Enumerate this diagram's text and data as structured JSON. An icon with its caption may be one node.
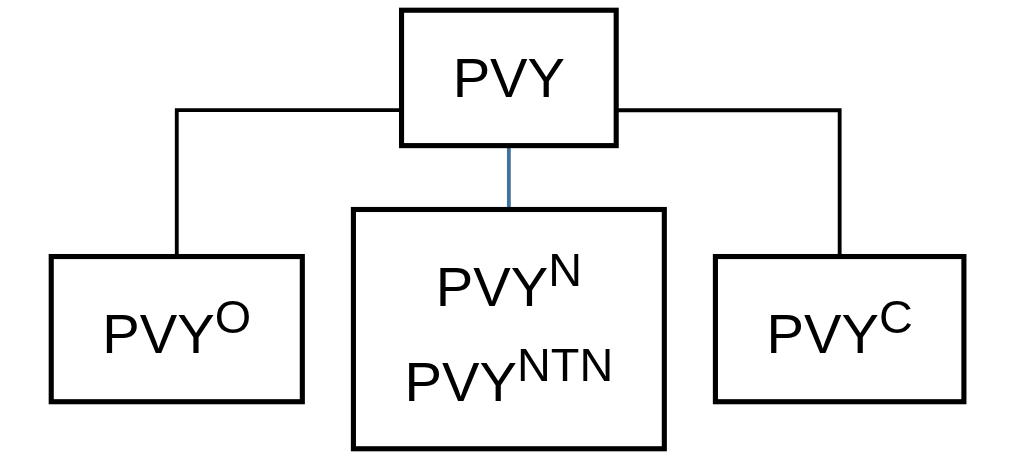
{
  "diagram": {
    "nodes": [
      {
        "text": [
          "PVY"
        ]
      },
      {
        "text": [
          "PVY$^{O}$"
        ]
      },
      {
        "text": [
          "PVY$^{N}$",
          "PVY$^{NTN}$"
        ]
      },
      {
        "text": [
          "PVY$^{C}$"
        ]
      }
    ],
    "edges": [
      {
        "from": 0,
        "to": 1,
        "arrow": "none"
      },
      {
        "from": 0,
        "to": 2,
        "arrow": "none",
        "color": "#41719c"
      },
      {
        "from": 0,
        "to": 3,
        "arrow": "none"
      }
    ]
  }
}
